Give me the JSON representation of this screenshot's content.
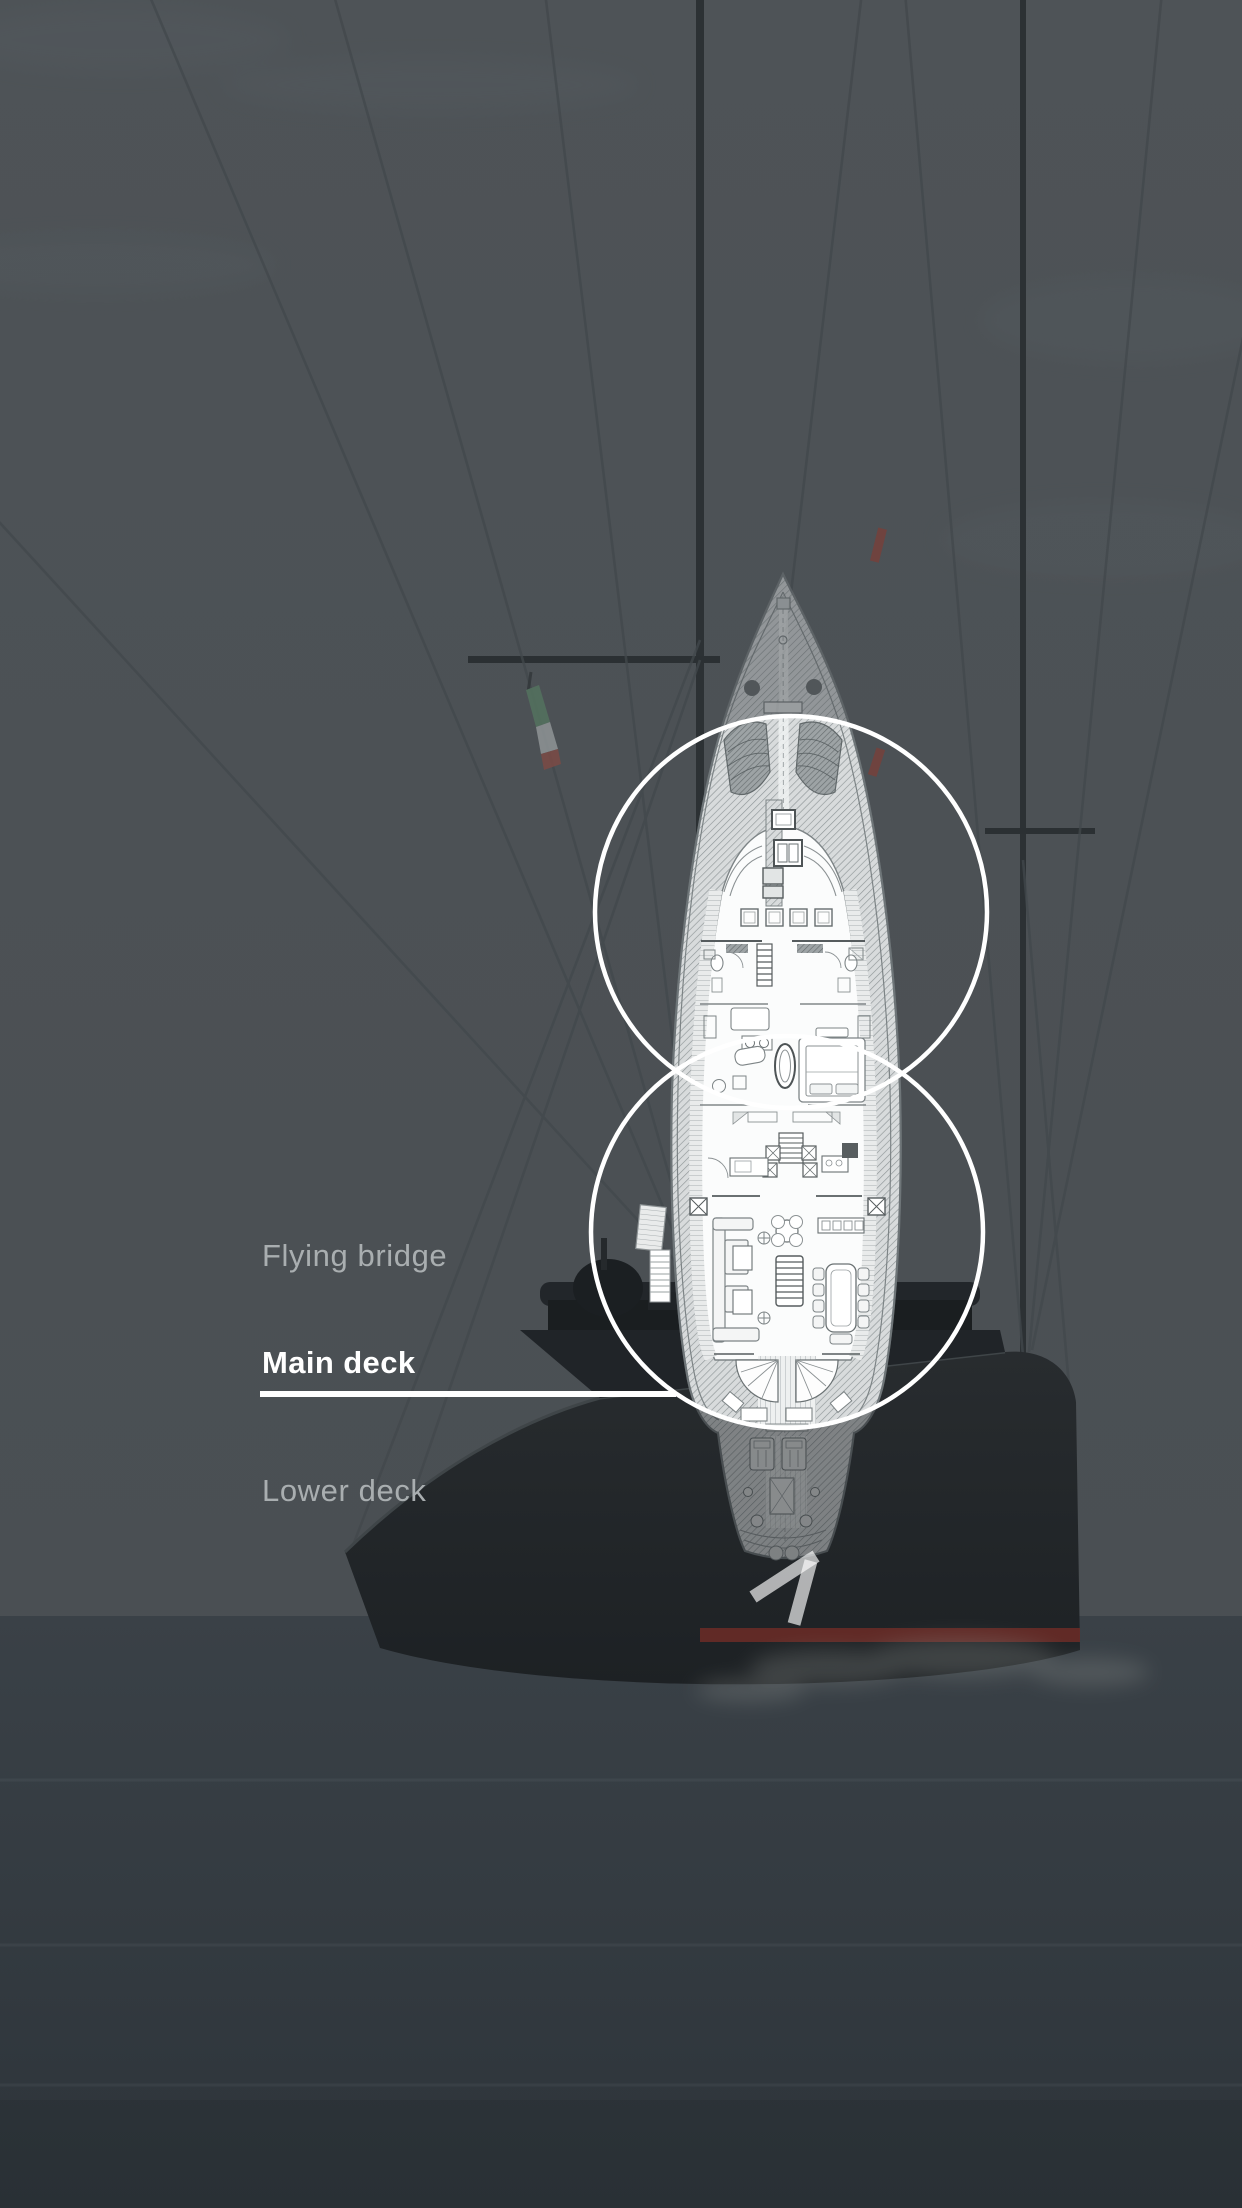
{
  "deck_selector": {
    "items": [
      {
        "label": "Flying bridge",
        "selected": false
      },
      {
        "label": "Main deck",
        "selected": true
      },
      {
        "label": "Lower deck",
        "selected": false
      }
    ]
  },
  "figure": {
    "icons": {
      "plan": "deck-plan-blueprint",
      "lens_top": "magnifier-circle-icon",
      "lens_bottom": "magnifier-circle-icon",
      "arrow": "arrow-up-right-icon",
      "flag": "italian-flag-icon"
    },
    "colors": {
      "selected_text": "#ffffff",
      "label_gray": "#a9aeb0",
      "underline": "#ffffff",
      "lens_stroke": "#ffffff",
      "sky": "#4c5155",
      "sea_top": "#3a4147",
      "sea_bottom": "#2d343a",
      "yacht_silhouette": "#24282b",
      "waterline_red": "#6d2b27"
    }
  }
}
